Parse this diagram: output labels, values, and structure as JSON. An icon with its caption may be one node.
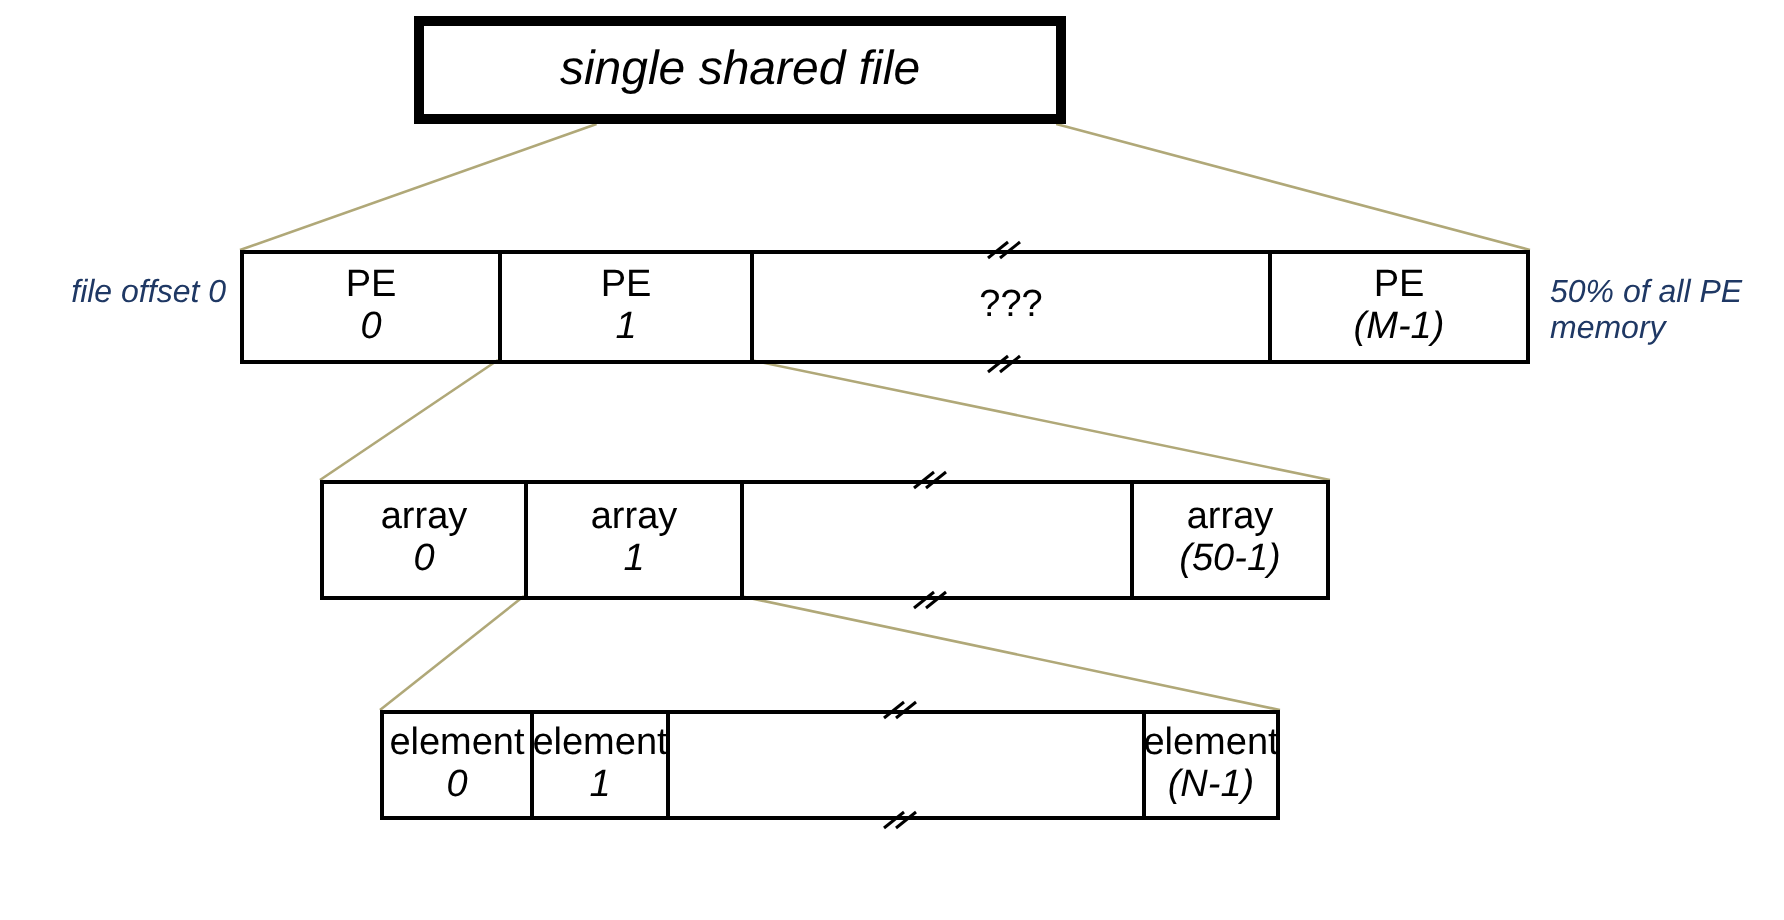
{
  "diagram": {
    "nodes": [
      {
        "text": [
          "single shared file"
        ]
      },
      {
        "text": [],
        "shape": "bar"
      },
      {
        "text": [
          "PE",
          "0"
        ],
        "in": 1
      },
      {
        "text": [
          "PE",
          "1"
        ],
        "in": 1
      },
      {
        "text": [
          "???"
        ],
        "in": 1
      },
      {
        "text": [
          "PE",
          "(M-1)"
        ],
        "in": 1
      },
      {
        "text": [],
        "shape": "bar"
      },
      {
        "text": [
          "array",
          "0"
        ],
        "in": 6
      },
      {
        "text": [
          "array",
          "1"
        ],
        "in": 6
      },
      {
        "text": [],
        "shape": "box",
        "in": 6
      },
      {
        "text": [
          "array",
          "(50-1)"
        ],
        "in": 6
      },
      {
        "text": [],
        "shape": "bar"
      },
      {
        "text": [
          "element",
          "0"
        ],
        "in": 11
      },
      {
        "text": [
          "element",
          "1"
        ],
        "in": 11
      },
      {
        "text": [],
        "shape": "box",
        "in": 11
      },
      {
        "text": [
          "element",
          "(N-1)"
        ],
        "in": 11
      }
    ],
    "edges": [
      {
        "from": 0,
        "to": 1,
        "arrow": "none"
      },
      {
        "from": 0,
        "to": 1,
        "arrow": "none"
      },
      {
        "from": 3,
        "to": 6,
        "arrow": "none"
      },
      {
        "from": 3,
        "to": 6,
        "arrow": "none"
      },
      {
        "from": 8,
        "to": 11,
        "arrow": "none"
      },
      {
        "from": 8,
        "to": 11,
        "arrow": "none"
      }
    ],
    "labels": [
      "file offset 0",
      "50% of all PE memory"
    ]
  }
}
